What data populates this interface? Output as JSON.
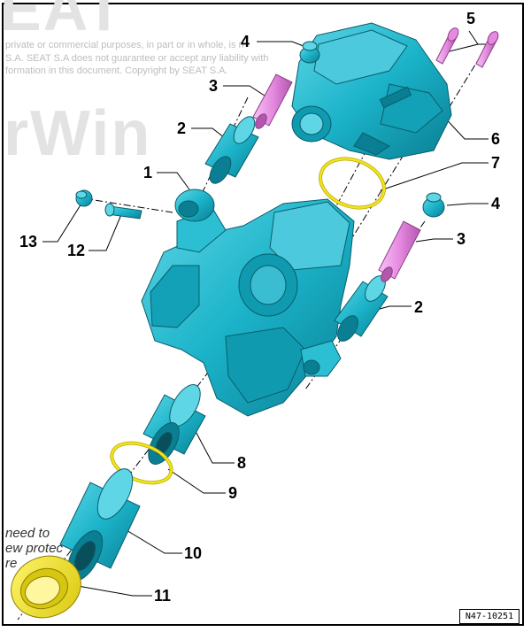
{
  "watermark": {
    "big_top": "EAT",
    "big_mid": "rWin",
    "line1": "private or commercial purposes, in part or in whole, is n",
    "line2": "S.A. SEAT S.A does not guarantee or accept any liability with",
    "line3": "formation in this document. Copyright by SEAT S.A.",
    "note1": "need to",
    "note2": "ew protec",
    "note3": "re"
  },
  "callouts": {
    "c1": "1",
    "c2a": "2",
    "c2b": "2",
    "c3a": "3",
    "c3b": "3",
    "c4a": "4",
    "c4b": "4",
    "c5": "5",
    "c6": "6",
    "c7": "7",
    "c8": "8",
    "c9": "9",
    "c10": "10",
    "c11": "11",
    "c12": "12",
    "c13": "13"
  },
  "drawing_code": "N47-10251",
  "colors": {
    "part": "#1bb3c9",
    "part_dark": "#0a7f93",
    "part_light": "#5fd6e6",
    "bolt": "#e58ae0",
    "bolt_dark": "#b356ae",
    "ring": "#f2e41a",
    "ring_dark": "#b9a80a"
  }
}
